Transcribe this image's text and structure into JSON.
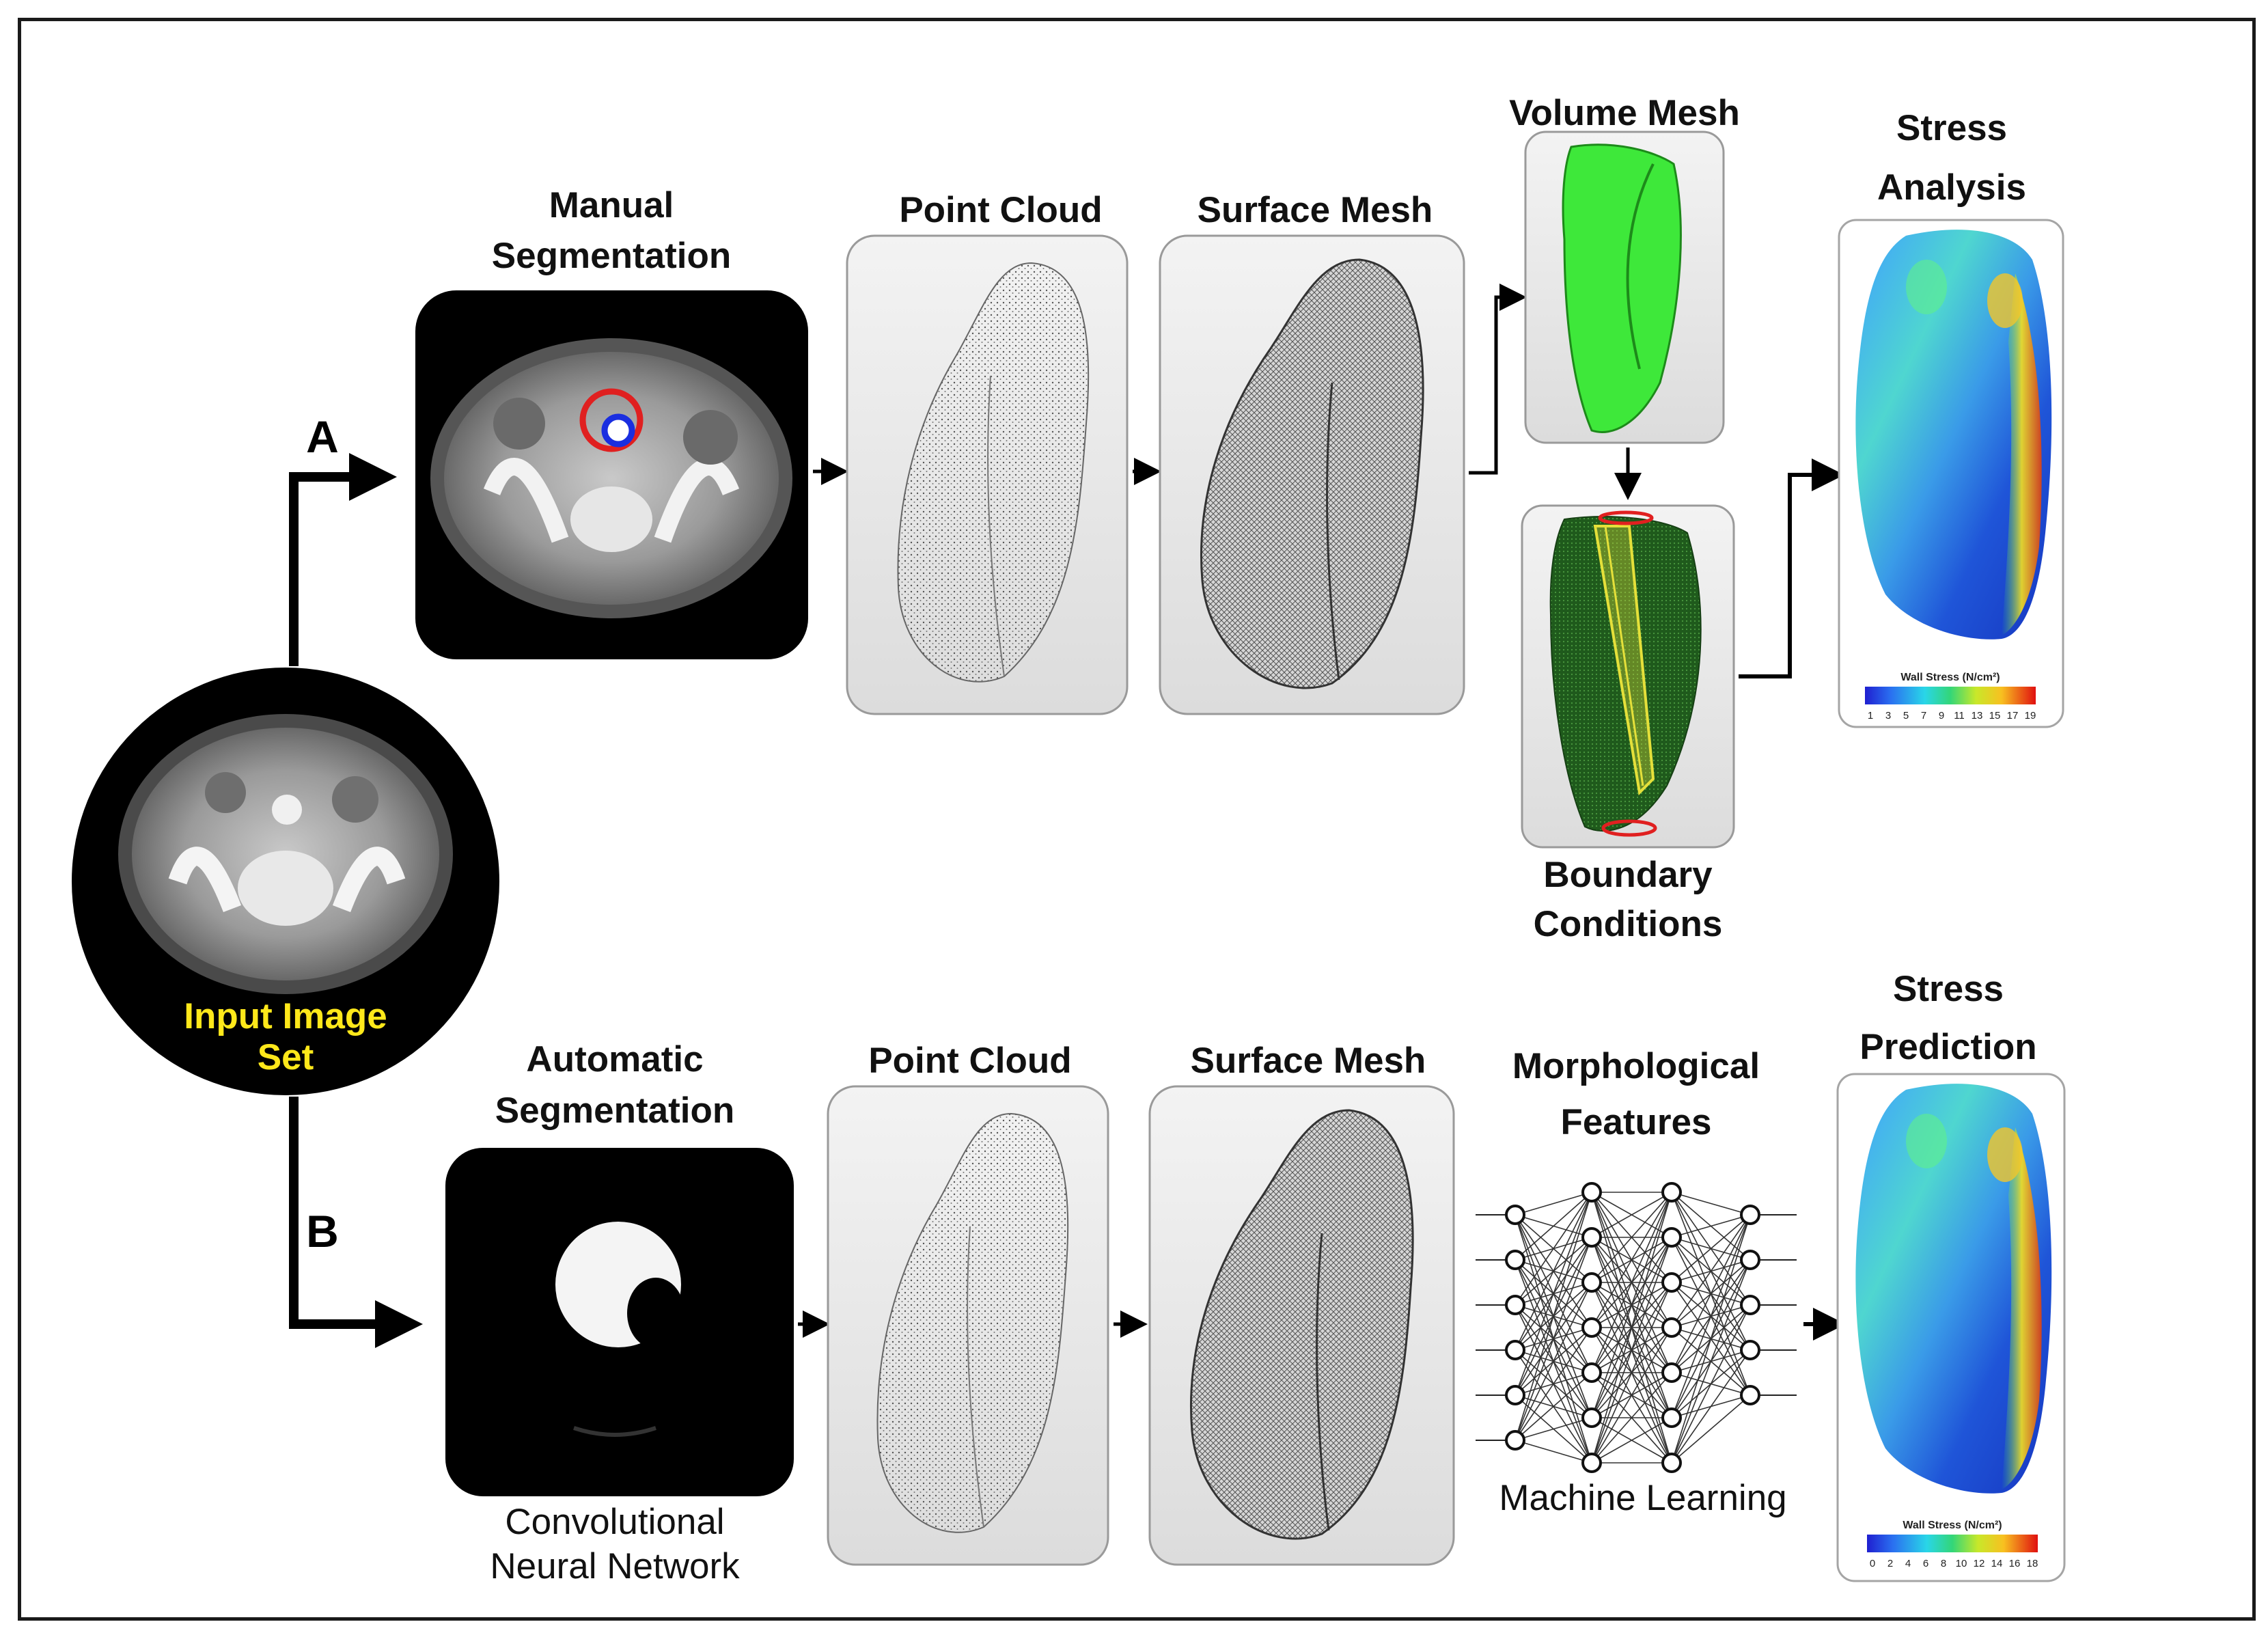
{
  "input": {
    "line1": "Input Image",
    "line2": "Set"
  },
  "pathA": {
    "letter": "A",
    "manual_seg": {
      "line1": "Manual",
      "line2": "Segmentation"
    },
    "point_cloud": "Point Cloud",
    "surface_mesh": "Surface Mesh",
    "volume_mesh": "Volume Mesh",
    "boundary": {
      "line1": "Boundary",
      "line2": "Conditions"
    },
    "stress": {
      "line1": "Stress",
      "line2": "Analysis"
    },
    "colorbar": {
      "title": "Wall Stress (N/cm²)",
      "ticks": [
        "1",
        "3",
        "5",
        "7",
        "9",
        "11",
        "13",
        "15",
        "17",
        "19"
      ]
    }
  },
  "pathB": {
    "letter": "B",
    "auto_seg": {
      "line1": "Automatic",
      "line2": "Segmentation"
    },
    "cnn": {
      "line1": "Convolutional",
      "line2": "Neural Network"
    },
    "point_cloud": "Point Cloud",
    "surface_mesh": "Surface Mesh",
    "morph": {
      "line1": "Morphological",
      "line2": "Features"
    },
    "ml": "Machine Learning",
    "stress": {
      "line1": "Stress",
      "line2": "Prediction"
    },
    "colorbar": {
      "title": "Wall Stress (N/cm²)",
      "ticks": [
        "0",
        "2",
        "4",
        "6",
        "8",
        "10",
        "12",
        "14",
        "16",
        "18"
      ]
    }
  },
  "colors": {
    "arrow": "#000000",
    "contour_red": "#e02020",
    "contour_blue": "#1a2ee0",
    "volume_green": "#3ee83a",
    "label_yellow": "#ffe81a"
  }
}
